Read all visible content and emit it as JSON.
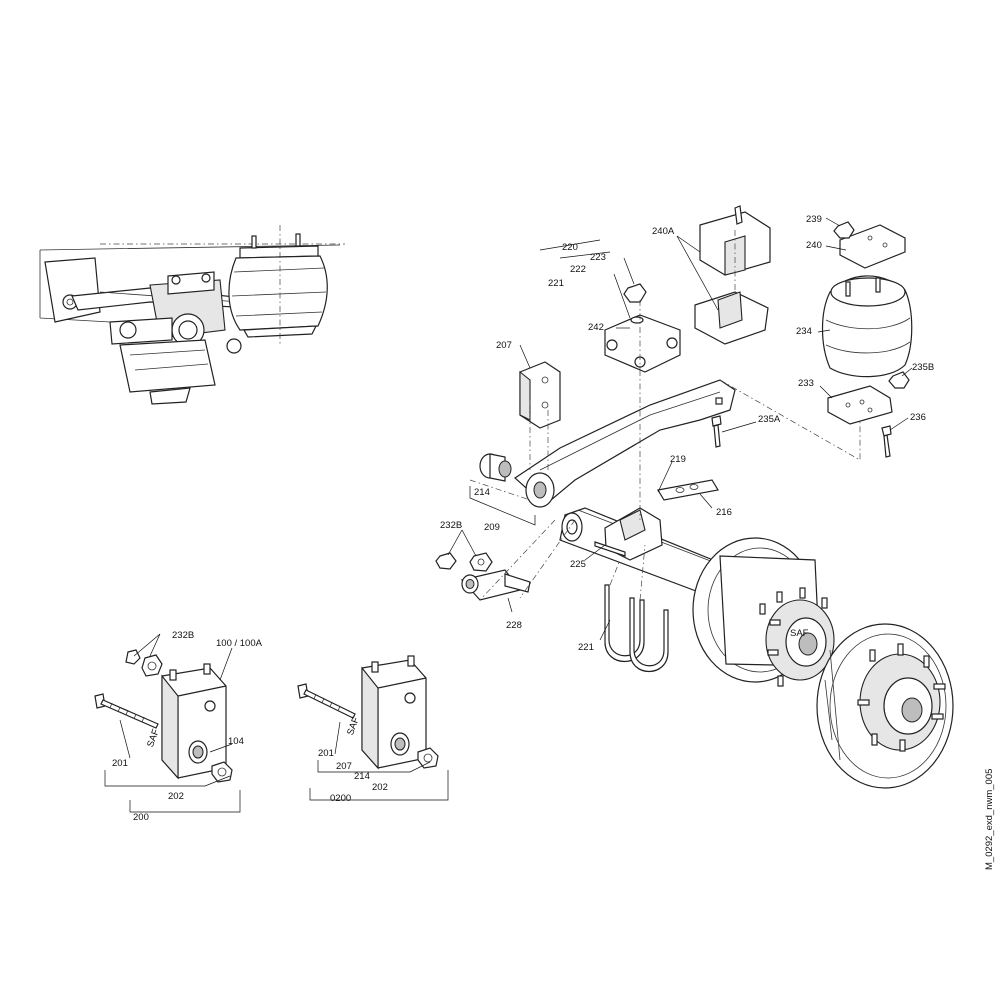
{
  "drawing_code": "M_0292_exd_nwm_005",
  "labels": {
    "l200": "200",
    "l201a": "201",
    "l202a": "202",
    "l232Ba": "232B",
    "l100": "100 / 100A",
    "l104": "104",
    "l0200": "0200",
    "l201b": "201",
    "l207b": "207",
    "l214b": "214",
    "l202b": "202",
    "l220": "220",
    "l221a": "221",
    "l222": "222",
    "l223": "223",
    "l242": "242",
    "l207": "207",
    "l214": "214",
    "l209": "209",
    "l232B": "232B",
    "l228": "228",
    "l225": "225",
    "l221b": "221",
    "l219": "219",
    "l216": "216",
    "l240A": "240A",
    "l239": "239",
    "l240": "240",
    "l234": "234",
    "l235B": "235B",
    "l233": "233",
    "l236": "236",
    "l235A": "235A"
  }
}
